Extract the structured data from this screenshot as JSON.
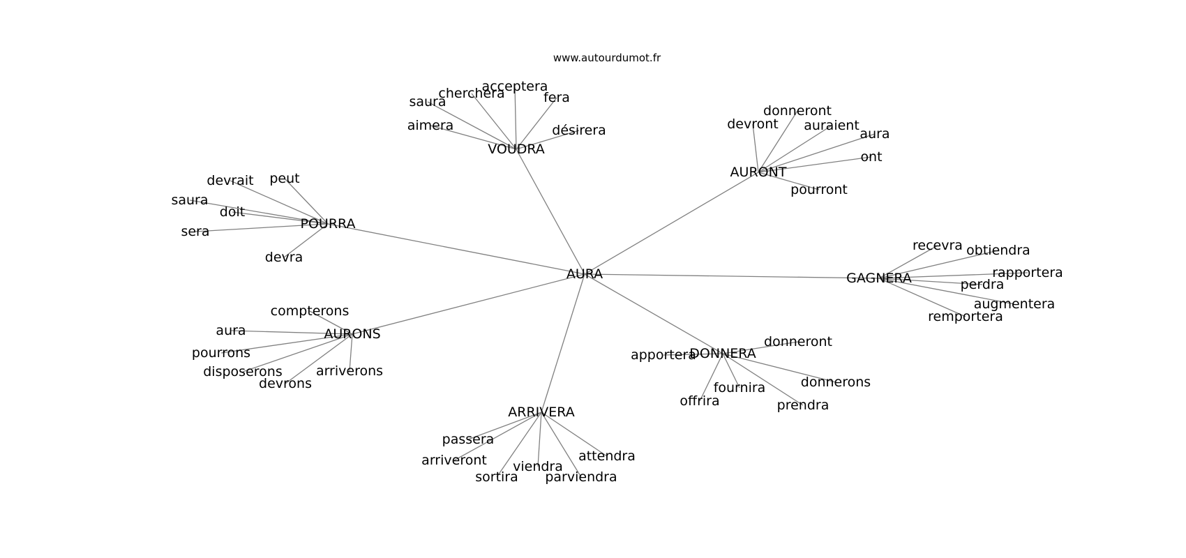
{
  "site": "www.autourdumot.fr",
  "center": "AURA",
  "hubs": [
    {
      "id": "voudra",
      "label": "VOUDRA",
      "leaves": [
        "saura",
        "cherchera",
        "acceptera",
        "fera",
        "aimera",
        "désirera"
      ]
    },
    {
      "id": "auront",
      "label": "AURONT",
      "leaves": [
        "donneront",
        "devront",
        "auraient",
        "aura",
        "ont",
        "pourront"
      ]
    },
    {
      "id": "pourra",
      "label": "POURRA",
      "leaves": [
        "devrait",
        "peut",
        "saura",
        "doit",
        "sera",
        "devra"
      ]
    },
    {
      "id": "gagnera",
      "label": "GAGNERA",
      "leaves": [
        "recevra",
        "obtiendra",
        "rapportera",
        "perdra",
        "augmentera",
        "remportera"
      ]
    },
    {
      "id": "aurons",
      "label": "AURONS",
      "leaves": [
        "compterons",
        "aura",
        "pourrons",
        "disposerons",
        "devrons",
        "arriverons"
      ]
    },
    {
      "id": "donnera",
      "label": "DONNERA",
      "leaves": [
        "donneront",
        "apportera",
        "donnerons",
        "fournira",
        "offrira",
        "prendra"
      ]
    },
    {
      "id": "arrivera",
      "label": "ARRIVERA",
      "leaves": [
        "passera",
        "arriveront",
        "sortira",
        "viendra",
        "attendra",
        "parviendra"
      ]
    }
  ]
}
